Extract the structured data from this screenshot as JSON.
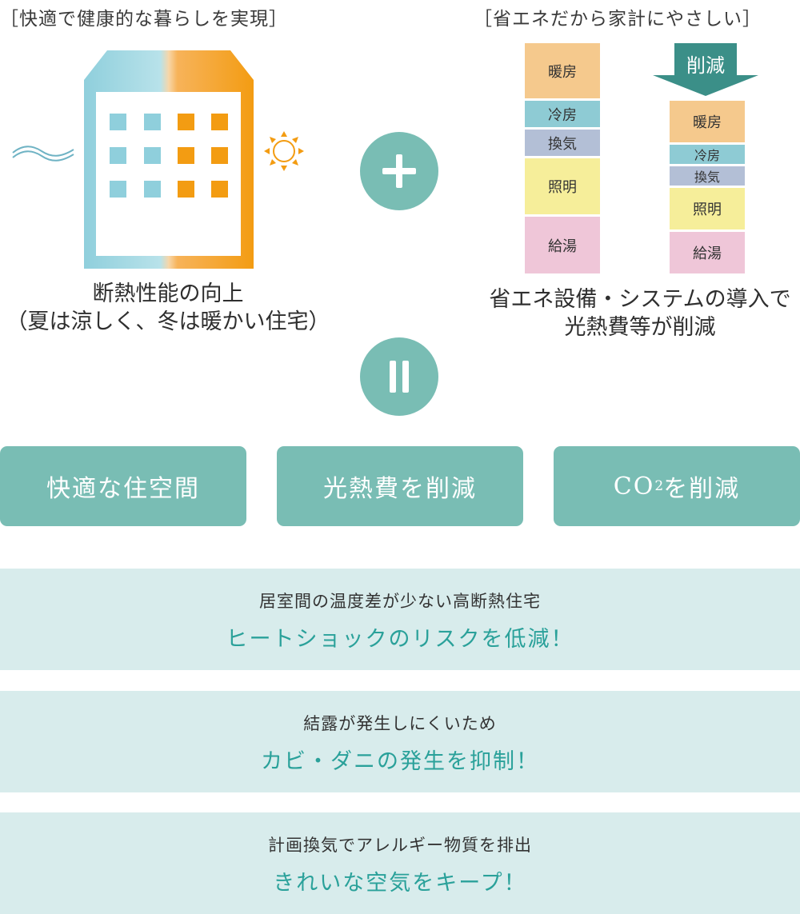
{
  "left_section": {
    "heading": "［快適で健康的な暮らしを実現］",
    "caption_line1": "断熱性能の向上",
    "caption_line2": "（夏は涼しく、冬は暖かい住宅）",
    "colors": {
      "cool": "#8fcfdc",
      "warm": "#f39c12"
    }
  },
  "right_section": {
    "heading": "［省エネだから家計にやさしい］",
    "arrow_label": "削減",
    "before_bar": [
      {
        "label": "暖房",
        "color": "#f5c98d"
      },
      {
        "label": "冷房",
        "color": "#8ecbd4"
      },
      {
        "label": "換気",
        "color": "#b3bfd6"
      },
      {
        "label": "照明",
        "color": "#f6ee9a"
      },
      {
        "label": "給湯",
        "color": "#efc6d8"
      }
    ],
    "after_bar": [
      {
        "label": "暖房",
        "color": "#f5c98d"
      },
      {
        "label": "冷房",
        "color": "#8ecbd4"
      },
      {
        "label": "換気",
        "color": "#b3bfd6"
      },
      {
        "label": "照明",
        "color": "#f6ee9a"
      },
      {
        "label": "給湯",
        "color": "#efc6d8"
      }
    ],
    "caption_line1": "省エネ設備・システムの導入で",
    "caption_line2": "光熱費等が削減"
  },
  "results": [
    {
      "label": "快適な住空間"
    },
    {
      "label": "光熱費を削減"
    },
    {
      "label_prefix": "CO",
      "label_sub": "2",
      "label_suffix": "を削減"
    }
  ],
  "benefits": [
    {
      "sub": "居室間の温度差が少ない高断熱住宅",
      "main": "ヒートショックのリスクを低減！"
    },
    {
      "sub": "結露が発生しにくいため",
      "main": "カビ・ダニの発生を抑制！"
    },
    {
      "sub": "計画換気でアレルギー物質を排出",
      "main": "きれいな空気をキープ！"
    }
  ],
  "theme": {
    "teal": "#79bdb4",
    "light_teal": "#d8ecec",
    "accent_text": "#2aa19a"
  }
}
